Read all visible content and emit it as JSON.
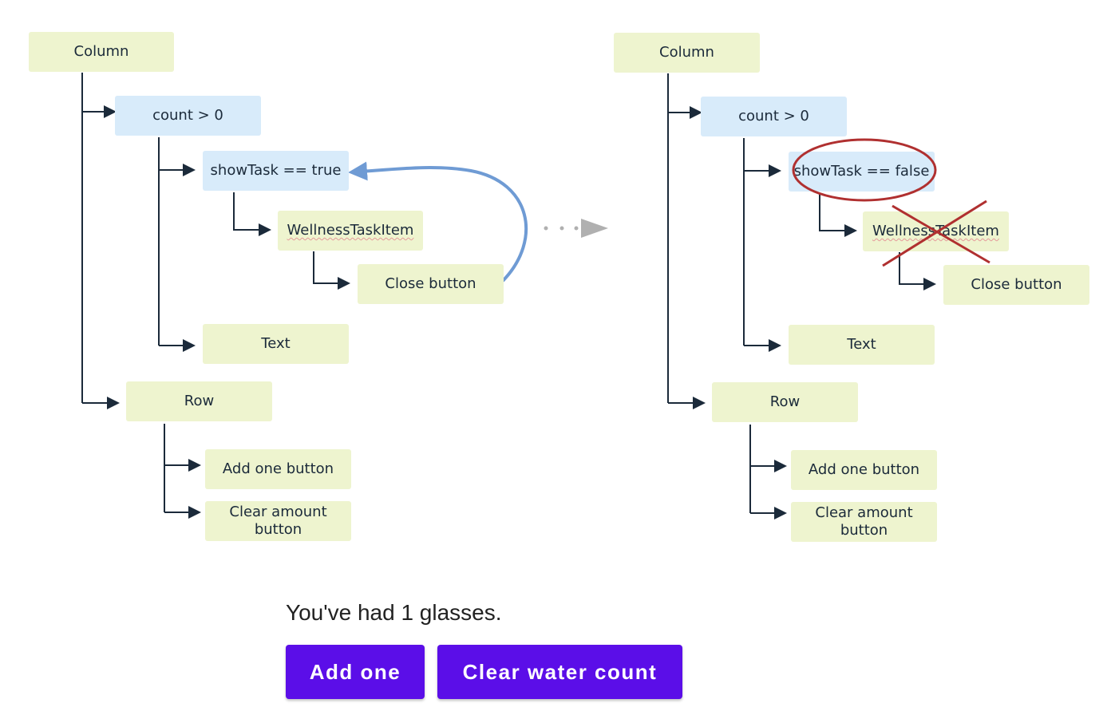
{
  "left_tree": {
    "column": "Column",
    "count_cond": "count > 0",
    "show_task": "showTask == true",
    "wellness": "WellnessTaskItem",
    "close": "Close button",
    "text": "Text",
    "row": "Row",
    "add_one": "Add one button",
    "clear_amount": "Clear amount\nbutton"
  },
  "right_tree": {
    "column": "Column",
    "count_cond": "count > 0",
    "show_task": "showTask == false",
    "wellness": "WellnessTaskItem",
    "close": "Close button",
    "text": "Text",
    "row": "Row",
    "add_one": "Add one button",
    "clear_amount": "Clear amount\nbutton"
  },
  "app": {
    "status_text": "You've had 1 glasses.",
    "add_one_label": "Add one",
    "clear_label": "Clear water count"
  },
  "colors": {
    "node_green": "#eef4cf",
    "node_blue": "#d8ebfa",
    "line": "#1b2a3a",
    "curve_arrow": "#6f9bd4",
    "highlight_red": "#b03030",
    "button_purple": "#5b0ee8"
  }
}
